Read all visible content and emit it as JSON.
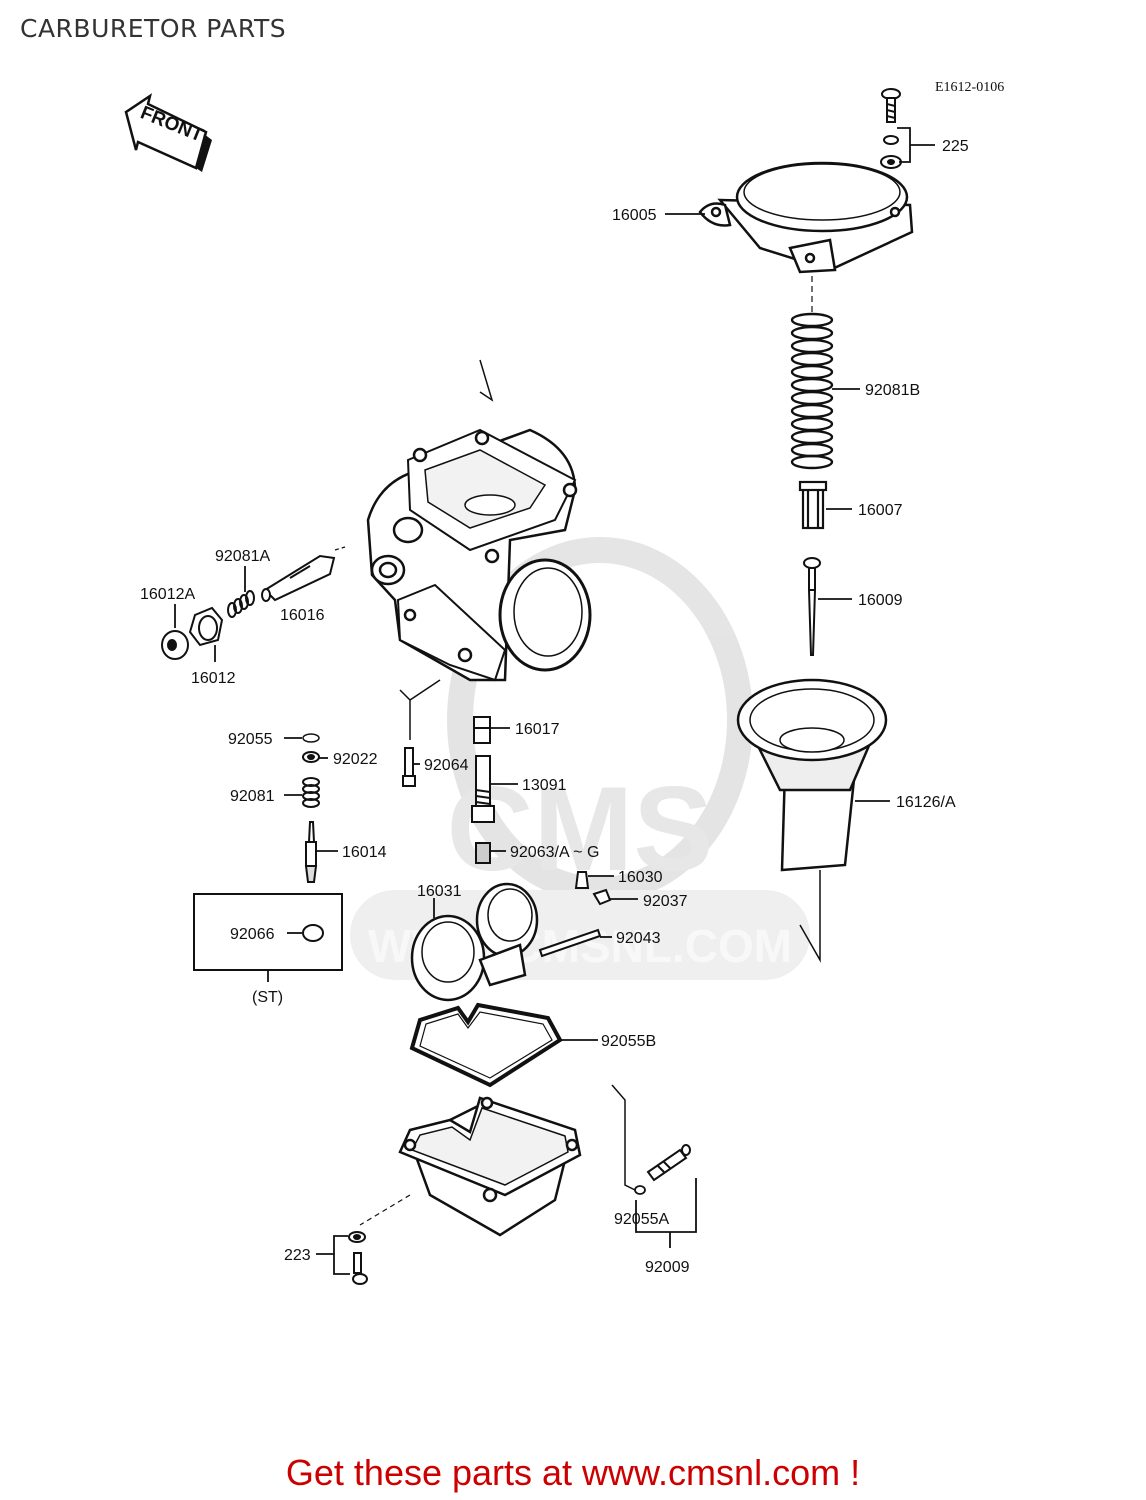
{
  "title": "CARBURETOR PARTS",
  "diagram_code": "E1612-0106",
  "front_label": "FRONT",
  "watermark": "CMS",
  "watermark_url": "WWW.CMSNL.COM",
  "set_label": "(ST)",
  "footer_text": "Get these parts at www.cmsnl.com !",
  "parts": {
    "p225": "225",
    "p16005": "16005",
    "p92081B": "92081B",
    "p16007": "16007",
    "p16009": "16009",
    "p16126A": "16126/A",
    "p92081A": "92081A",
    "p16012A": "16012A",
    "p16016": "16016",
    "p16012": "16012",
    "p92055": "92055",
    "p92022": "92022",
    "p92064": "92064",
    "p16017": "16017",
    "p13091": "13091",
    "p92081": "92081",
    "p16014": "16014",
    "p92063": "92063/A ~ G",
    "p16030": "16030",
    "p92037": "92037",
    "p16031": "16031",
    "p92043": "92043",
    "p92066": "92066",
    "p92055B": "92055B",
    "p92055A": "92055A",
    "p223": "223",
    "p92009": "92009"
  },
  "colors": {
    "footer": "#cc0000",
    "line": "#111111",
    "watermark": "#d9d9d9"
  }
}
